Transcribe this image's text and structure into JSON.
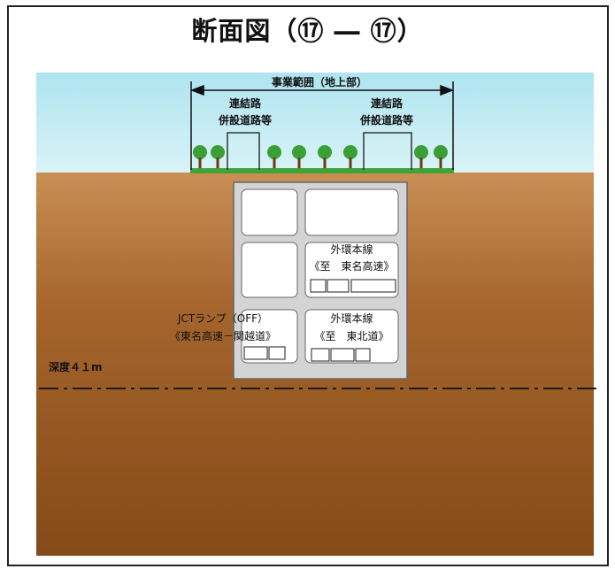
{
  "title": "断面図（⑰ ― ⑰）",
  "project_range": "事業範囲（地上部）",
  "connecting_road": {
    "left": [
      "連結路",
      "併設道路等"
    ],
    "right": [
      "連結路",
      "併設道路等"
    ]
  },
  "main_line_tomei": [
    "外環本線",
    "《至　東名高速》"
  ],
  "main_line_tohoku": [
    "外環本線",
    "《至　東北道》"
  ],
  "jct_ramp": [
    "JCTランプ（OFF）",
    "《東名高速－関越道》"
  ],
  "depth": "深度４１m",
  "colors": {
    "sky": "#bfeaf2",
    "ground": "#a8642d",
    "ground_deep": "#8a4d1c",
    "grass": "#3fa33a",
    "tunnel_box": "#d9d9d9"
  }
}
